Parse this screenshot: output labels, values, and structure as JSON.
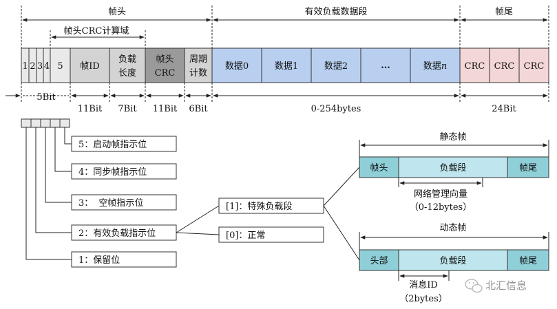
{
  "top": {
    "frame_header": "帧头",
    "crc_domain": "帧头CRC计算域",
    "payload_segment": "有效负载数据段",
    "frame_tail": "帧尾"
  },
  "fields": {
    "bit1": "1",
    "bit2": "2",
    "bit3": "3",
    "bit4": "4",
    "bit5": "5",
    "frame_id": "帧ID",
    "payload_len_1": "负载",
    "payload_len_2": "长度",
    "header_crc_1": "帧头",
    "header_crc_2": "CRC",
    "cycle_1": "周期",
    "cycle_2": "计数",
    "data0": "数据0",
    "data1": "数据1",
    "data2": "数据2",
    "ellipsis": "...",
    "datan_prefix": "数据",
    "datan_suffix": "n",
    "crc1": "CRC",
    "crc2": "CRC",
    "crc3": "CRC"
  },
  "widths": {
    "w5bit": "5Bit",
    "w11bit_a": "11Bit",
    "w7bit": "7Bit",
    "w11bit_b": "11Bit",
    "w6bit": "6Bit",
    "w_payload": "0-254bytes",
    "w24bit": "24Bit"
  },
  "indicators": {
    "startup": "5：启动帧指示位",
    "sync": "4：同步帧指示位",
    "null": "3：  空帧指示位",
    "payload": "2：有效负载指示位",
    "reserved": "1：保留位"
  },
  "payload_options": {
    "special": "[1]：特殊负载段",
    "normal": "[0]：正常"
  },
  "static_frame": {
    "title": "静态帧",
    "head": "帧头",
    "payload": "负载段",
    "tail": "帧尾",
    "vector": "网络管理向量",
    "vector_size": "（0-12bytes）"
  },
  "dynamic_frame": {
    "title": "动态帧",
    "head": "头部",
    "payload": "负载段",
    "tail": "帧尾",
    "msg_id": "消息ID",
    "msg_size": "（2bytes）"
  },
  "watermark": {
    "text": "北汇信息"
  },
  "colors": {
    "gray_light": "#e9e9e9",
    "gray_mid": "#d3d3d3",
    "gray_dark": "#9a9a9a",
    "blue_data": "#b8cff0",
    "pink_crc": "#f3d6d6",
    "teal_dark": "#8fcfd8",
    "teal_light": "#bfe6ee"
  }
}
